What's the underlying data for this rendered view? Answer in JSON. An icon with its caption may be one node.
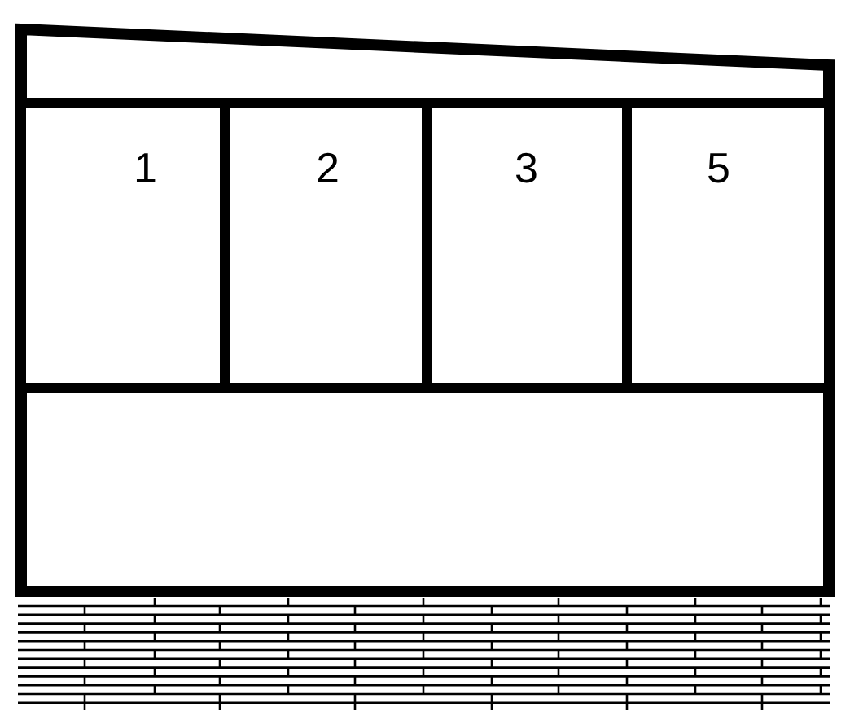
{
  "diagram": {
    "nodes": [
      {
        "text": [
          "1"
        ]
      },
      {
        "text": [
          "2"
        ]
      },
      {
        "text": [
          "3"
        ]
      },
      {
        "text": [
          "5"
        ]
      }
    ]
  }
}
